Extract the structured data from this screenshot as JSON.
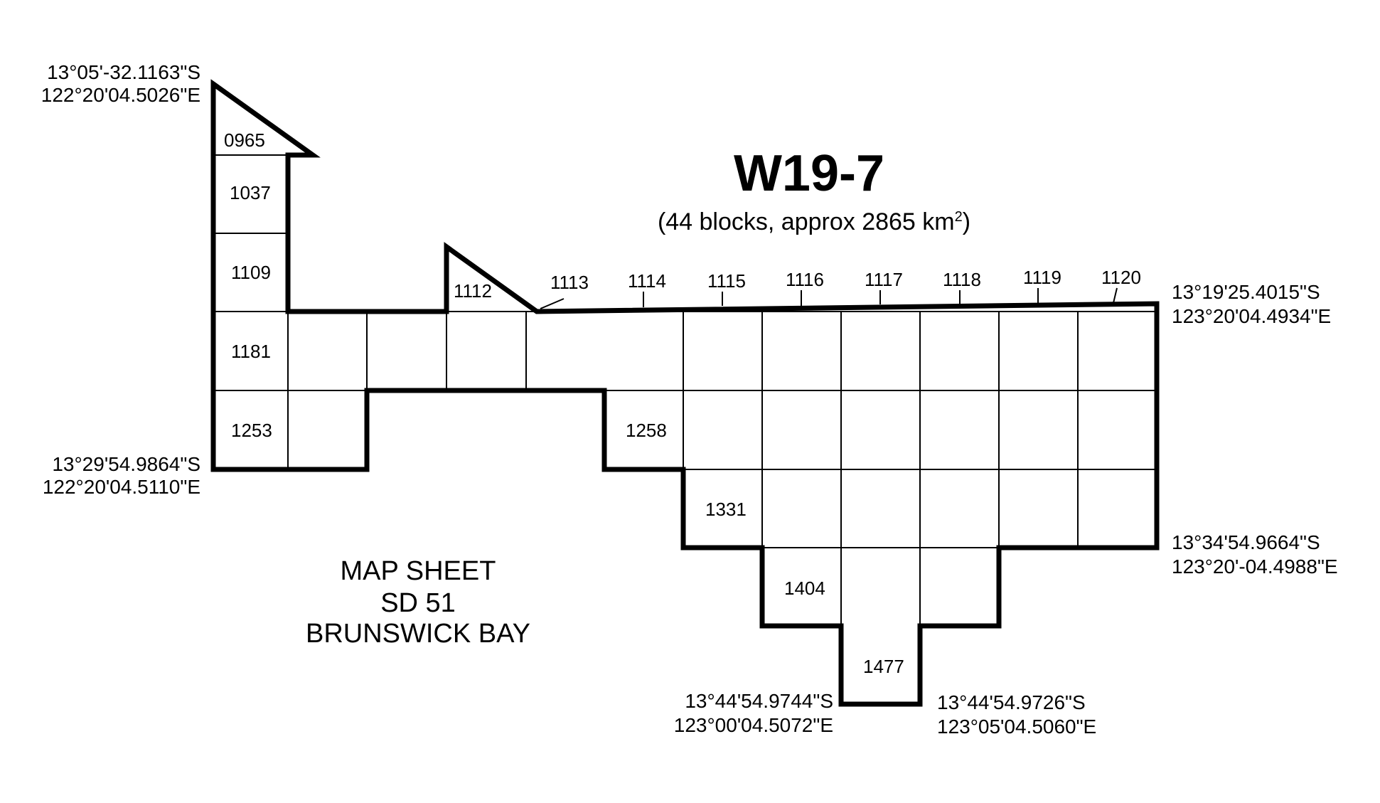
{
  "title": "W19-7",
  "subtitle": "(44 blocks, approx 2865 km",
  "subtitle_superscript": "2",
  "subtitle_end": ")",
  "map_sheet": [
    "MAP SHEET",
    "SD 51",
    "BRUNSWICK BAY"
  ],
  "blocks": {
    "b0965": "0965",
    "b1037": "1037",
    "b1109": "1109",
    "b1181": "1181",
    "b1253": "1253",
    "b1112": "1112",
    "b1113": "1113",
    "b1114": "1114",
    "b1115": "1115",
    "b1116": "1116",
    "b1117": "1117",
    "b1118": "1118",
    "b1119": "1119",
    "b1120": "1120",
    "b1258": "1258",
    "b1331": "1331",
    "b1404": "1404",
    "b1477": "1477"
  },
  "coordinates": {
    "top_left": [
      "13°05'-32.1163\"S",
      "122°20'04.5026\"E"
    ],
    "left_bottom": [
      "13°29'54.9864\"S",
      "122°20'04.5110\"E"
    ],
    "right_top": [
      "13°19'25.4015\"S",
      "123°20'04.4934\"E"
    ],
    "right_bottom": [
      "13°34'54.9664\"S",
      "123°20'-04.4988\"E"
    ],
    "bottom_left": [
      "13°44'54.9744\"S",
      "123°00'04.5072\"E"
    ],
    "bottom_right": [
      "13°44'54.9726\"S",
      "123°05'04.5060\"E"
    ]
  },
  "colors": {
    "line": "#000000",
    "background": "#ffffff"
  }
}
